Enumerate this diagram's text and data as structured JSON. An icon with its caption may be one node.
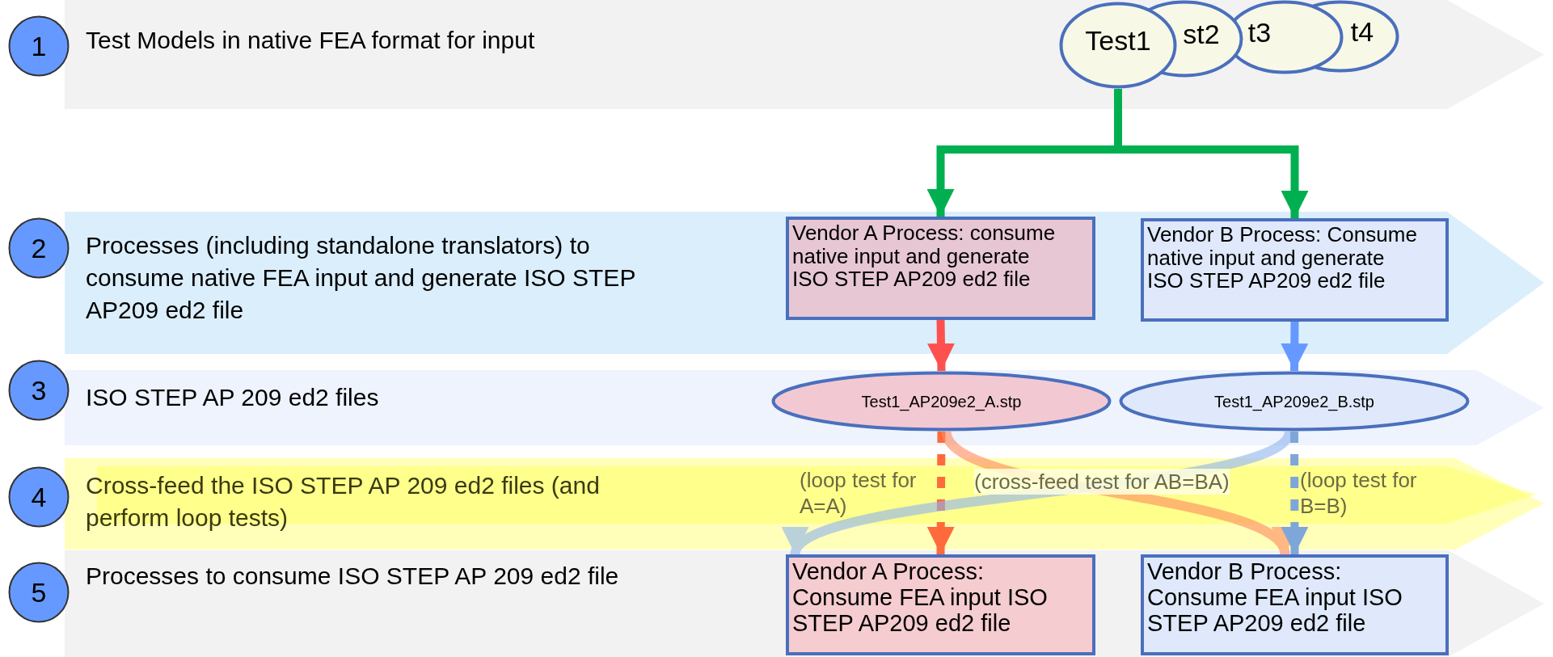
{
  "diagram": {
    "nodes": [
      {
        "text": [
          "1"
        ]
      },
      {
        "text": [
          "Test Models in native FEA format for input"
        ]
      },
      {
        "text": [
          "2"
        ]
      },
      {
        "text": [
          "Processes (including standalone translators) to consume native FEA input and generate ISO STEP AP209 ed2 file"
        ]
      },
      {
        "text": [
          "3"
        ]
      },
      {
        "text": [
          "ISO STEP AP 209 ed2 files"
        ]
      },
      {
        "text": [
          "4"
        ]
      },
      {
        "text": [
          "Cross-feed the ISO STEP AP 209 ed2 files (and perform loop tests)"
        ]
      },
      {
        "text": [
          "5"
        ]
      },
      {
        "text": [
          "Processes to consume ISO STEP AP 209 ed2 file"
        ]
      },
      {
        "text": [
          "Test1"
        ],
        "in": 1
      },
      {
        "text": [
          "st2"
        ],
        "in": 1
      },
      {
        "text": [
          "t3"
        ],
        "in": 1
      },
      {
        "text": [
          "t4"
        ],
        "in": 1
      },
      {
        "text": [
          "Vendor A Process: consume native input and generate ISO STEP AP209 ed2 file"
        ],
        "in": 3
      },
      {
        "text": [
          "Vendor B Process: Consume native input and generate ISO STEP AP209 ed2 file"
        ],
        "in": 3
      },
      {
        "text": [
          "Test1_AP209e2_A.stp"
        ],
        "in": 5
      },
      {
        "text": [
          "Test1_AP209e2_B.stp"
        ],
        "in": 5
      },
      {
        "text": [
          "Vendor A Process: Consume FEA input ISO STEP AP209 ed2 file"
        ],
        "in": 9
      },
      {
        "text": [
          "Vendor B Process: Consume FEA input ISO STEP AP209 ed2 file"
        ],
        "in": 9
      }
    ],
    "edges": [
      {
        "from": 10,
        "to": 14,
        "arrow": "to",
        "color": "#00b050"
      },
      {
        "from": 10,
        "to": 15,
        "arrow": "to",
        "color": "#00b050"
      },
      {
        "from": 14,
        "to": 16,
        "arrow": "to",
        "color": "#ff5050"
      },
      {
        "from": 15,
        "to": 17,
        "arrow": "to",
        "color": "#6699ff"
      },
      {
        "from": 16,
        "to": 18,
        "arrow": "to",
        "style": "dashed",
        "color": "#ff6a3d"
      },
      {
        "from": 16,
        "to": 19,
        "arrow": "to",
        "color": "#ff8a5c"
      },
      {
        "from": 17,
        "to": 18,
        "arrow": "to",
        "color": "#8fb4f0"
      },
      {
        "from": 17,
        "to": 19,
        "arrow": "to",
        "style": "dashed",
        "color": "#7fa6d8"
      }
    ],
    "labels": [
      "(loop test for A=A)",
      "(cross-feed test for AB=BA)",
      "(loop test for B=B)"
    ]
  }
}
